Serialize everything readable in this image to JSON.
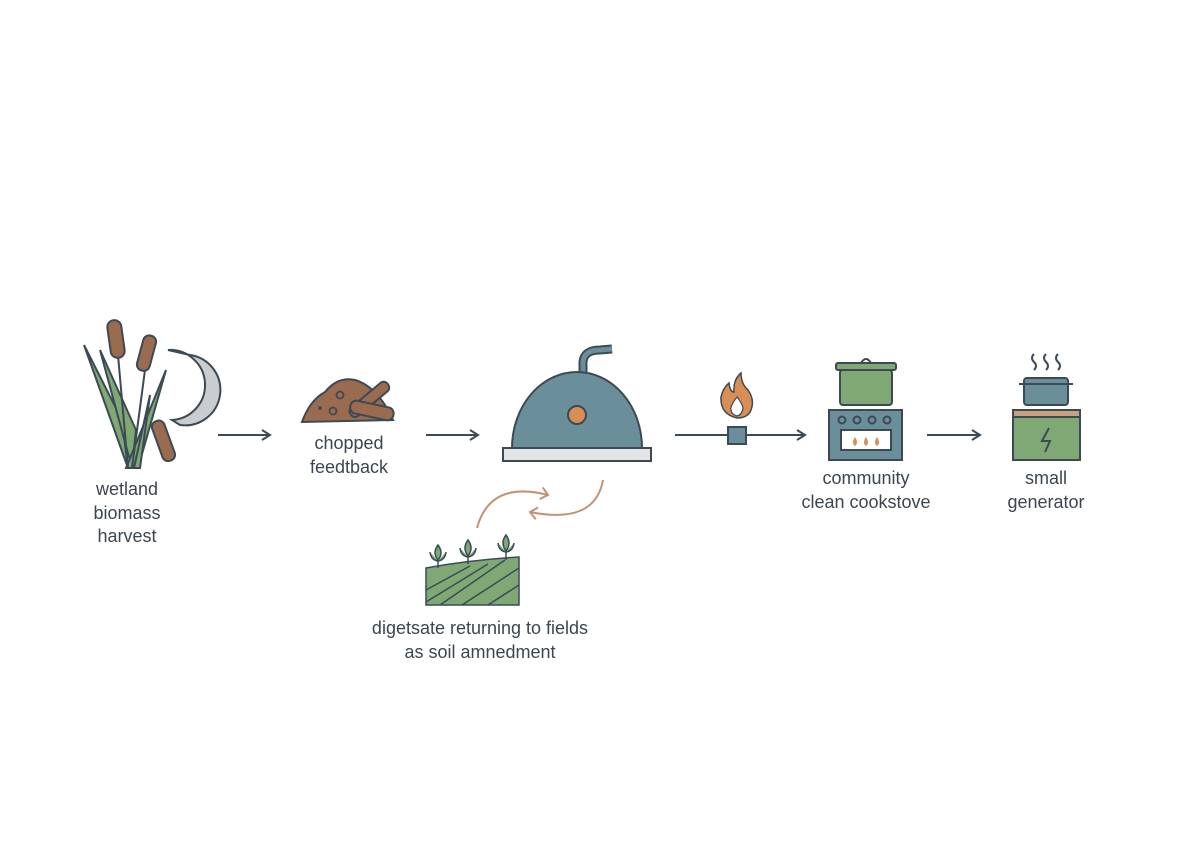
{
  "diagram": {
    "nodes": [
      {
        "id": "harvest",
        "icon": "cattail-reeds-and-sickle-icon",
        "label_lines": [
          "wetland",
          "biomass",
          "harvest"
        ]
      },
      {
        "id": "feedstock",
        "icon": "chopped-biomass-pile-icon",
        "label_lines": [
          "chopped",
          "feedtback"
        ]
      },
      {
        "id": "digester",
        "icon": "biogas-digester-dome-icon"
      },
      {
        "id": "biogas",
        "icon": "gas-flame-valve-icon"
      },
      {
        "id": "cookstove",
        "icon": "cookstove-with-pot-icon",
        "label_lines": [
          "community",
          "clean cookstove"
        ]
      },
      {
        "id": "generator",
        "icon": "generator-with-pot-icon",
        "label_lines": [
          "small",
          "generator"
        ]
      },
      {
        "id": "digestate",
        "icon": "crop-field-icon",
        "label_lines": [
          "digetsate returning to fields",
          "as soil amnedment"
        ]
      }
    ],
    "colors": {
      "stroke": "#3b4a55",
      "brown": "#9a6b4f",
      "green": "#7fa874",
      "teal": "#6b8f9a",
      "orange": "#d98e55",
      "text": "#3c4650"
    }
  }
}
